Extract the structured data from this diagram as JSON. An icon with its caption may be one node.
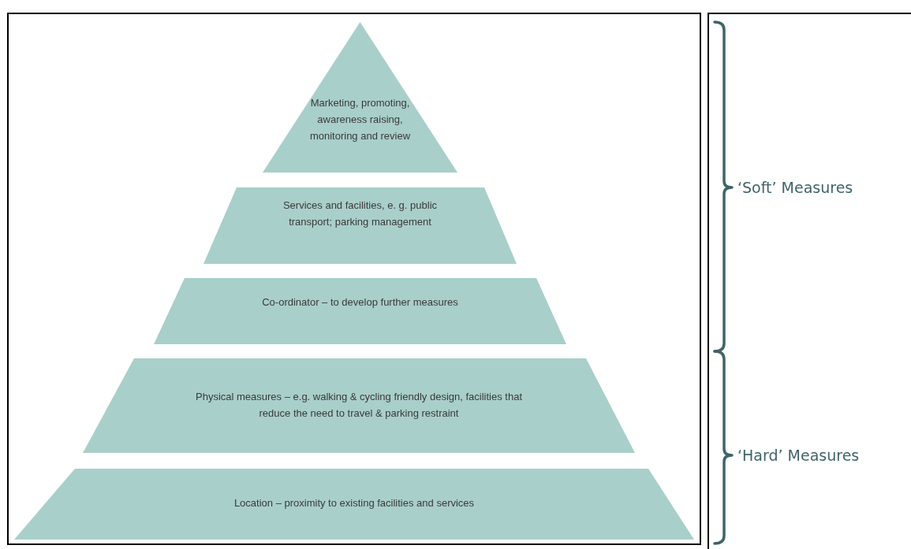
{
  "diagram": {
    "nodes": [
      {
        "text": [
          "Marketing, promoting, awareness raising, monitoring and review"
        ]
      },
      {
        "text": [
          "Services and facilities, e. g. public transport; parking management"
        ]
      },
      {
        "text": [
          "Co-ordinator – to develop further measures"
        ]
      },
      {
        "text": [
          "Physical measures – e.g. walking & cycling friendly design, facilities that reduce the need to travel & parking restraint"
        ]
      },
      {
        "text": [
          "Location – proximity to existing facilities and services"
        ]
      }
    ],
    "labels": [
      "‘Soft’ Measures",
      "‘Hard’ Measures"
    ]
  }
}
